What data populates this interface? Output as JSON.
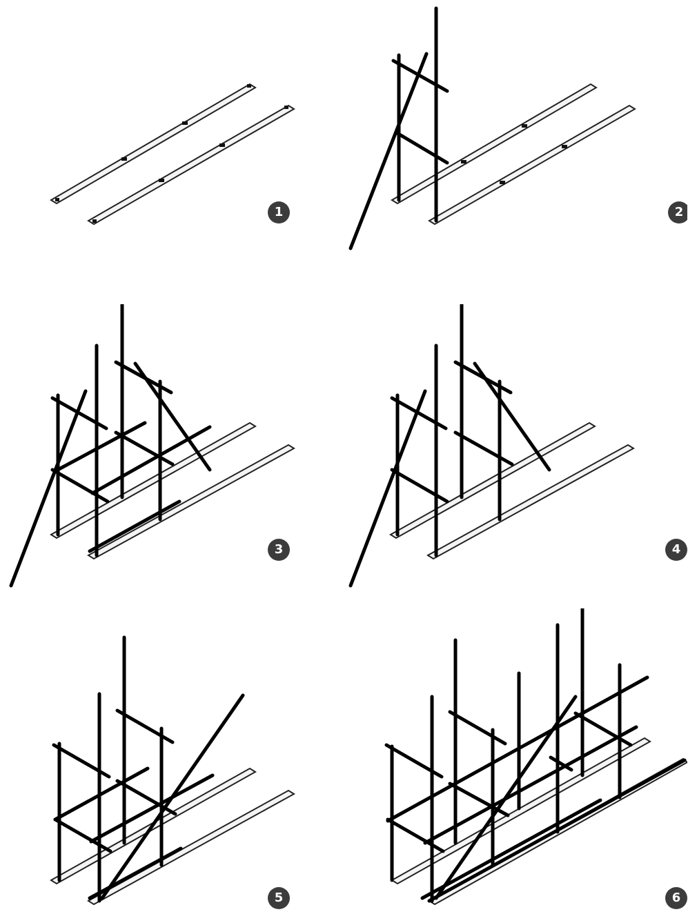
{
  "diagram": {
    "steps": [
      {
        "number": "1"
      },
      {
        "number": "2"
      },
      {
        "number": "3"
      },
      {
        "number": "4"
      },
      {
        "number": "5"
      },
      {
        "number": "6"
      }
    ],
    "colors": {
      "tube": "#000000",
      "board_fill": "#f4f4f4",
      "board_stroke": "#222222",
      "badge_bg": "#3c3c3c",
      "badge_text": "#ffffff"
    }
  }
}
